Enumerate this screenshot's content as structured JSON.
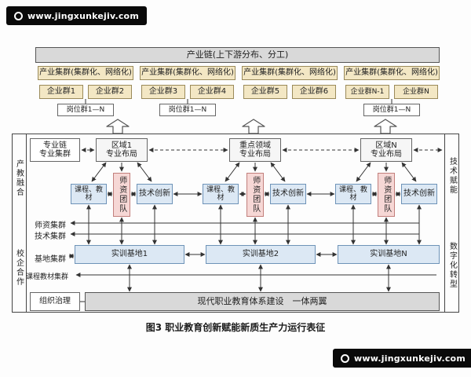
{
  "watermark": {
    "top": "www.jingxunkejiv.com",
    "bottom": "www.jingxunkejiv.com"
  },
  "caption": "图3 职业教育创新赋能新质生产力运行表征",
  "industry": {
    "chain_label": "产业链(上下游分布、分工)",
    "clusters": [
      {
        "label": "产业集群(集群化、网络化)",
        "enterprises": [
          "企业群1",
          "企业群2"
        ]
      },
      {
        "label": "产业集群(集群化、网络化)",
        "enterprises": [
          "企业群3",
          "企业群4"
        ]
      },
      {
        "label": "产业集群(集群化、网络化)",
        "enterprises": [
          "企业群5",
          "企业群6"
        ]
      },
      {
        "label": "产业集群(集群化、网络化)",
        "enterprises": [
          "企业群N-1",
          "企业群N"
        ]
      }
    ],
    "post_groups": [
      "岗位群1—N",
      "岗位群1—N",
      "岗位群1—N"
    ]
  },
  "left_panel": {
    "side_label_top": "产教融合",
    "side_label_bottom": "校企合作",
    "chain_box_line1": "专业链",
    "chain_box_line2": "专业集群",
    "labels": [
      "师资集群",
      "技术集群",
      "基地集群",
      "课程教材集群"
    ],
    "governance": "组织治理"
  },
  "right_panel": {
    "label_top": "技术赋能",
    "label_bottom": "数字化转型"
  },
  "units": [
    {
      "region_line1": "区域1",
      "region_line2": "专业布局",
      "teacher": "师资团队",
      "course": "课程、教材",
      "tech": "技术创新",
      "base": "实训基地1"
    },
    {
      "region_line1": "重点领域",
      "region_line2": "专业布局",
      "teacher": "师资团队",
      "course": "课程、教材",
      "tech": "技术创新",
      "base": "实训基地2"
    },
    {
      "region_line1": "区域N",
      "region_line2": "专业布局",
      "teacher": "师资团队",
      "course": "课程、教材",
      "tech": "技术创新",
      "base": "实训基地N"
    }
  ],
  "bottom_bar": "现代职业教育体系建设　一体两翼",
  "colors": {
    "yellow": "#f3e7c4",
    "blue": "#dce8f4",
    "pink": "#f6d7d5",
    "gray": "#d9d9d9",
    "badge": "#0a0a0a"
  }
}
